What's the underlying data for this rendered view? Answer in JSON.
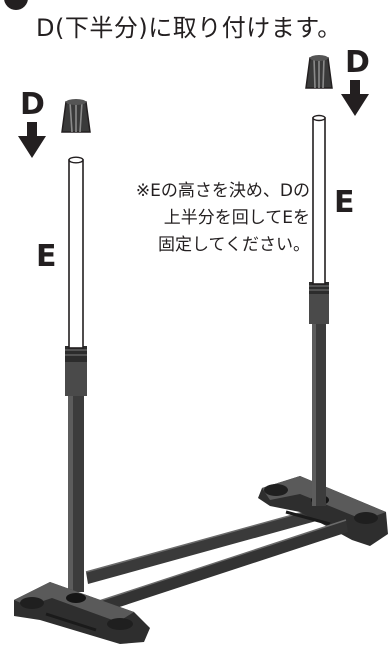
{
  "instruction": {
    "heading": "D(下半分)に取り付けます。",
    "note_lines": [
      "※Eの高さを決め、Dの",
      "上半分を回してEを",
      "固定してください。"
    ]
  },
  "labels": {
    "d_left": "D",
    "d_right": "D",
    "e_left": "E",
    "e_right": "E"
  },
  "icons": [
    "arrow-down-icon",
    "cap-d-icon"
  ]
}
